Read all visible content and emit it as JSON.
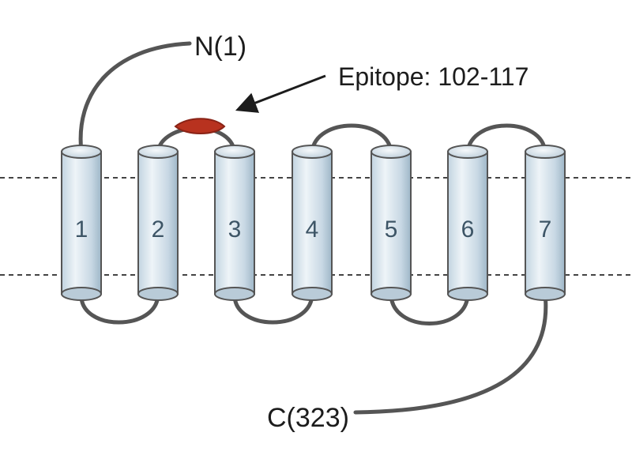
{
  "labels": {
    "n_terminus": "N(1)",
    "c_terminus": "C(323)",
    "epitope": "Epitope: 102-117"
  },
  "helices": [
    "1",
    "2",
    "3",
    "4",
    "5",
    "6",
    "7"
  ],
  "colors": {
    "helix_fill_light": "#eef4f8",
    "helix_fill_dark": "#a9c1d1",
    "helix_stroke": "#555555",
    "loop": "#555555",
    "epitope": "#b8321f",
    "membrane_line": "#444444",
    "text": "#1c1c1c",
    "helix_number": "#3d5566"
  }
}
